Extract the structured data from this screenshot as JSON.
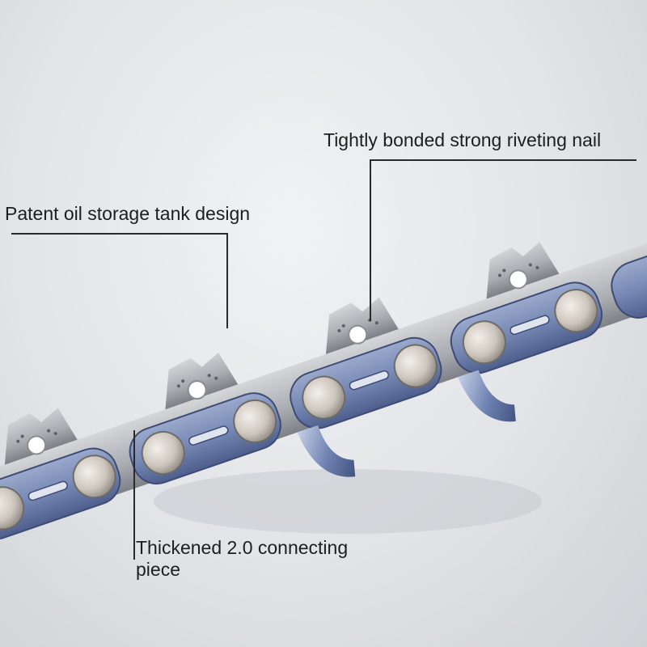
{
  "callouts": {
    "riveting_nail": "Tightly bonded strong riveting nail",
    "oil_tank": "Patent oil storage tank design",
    "connecting_piece_line1": "Thickened 2.0 connecting",
    "connecting_piece_line2": "piece"
  },
  "colors": {
    "background": "#e4e6e9",
    "link_blue": "#7e8fb8",
    "cutter_steel": "#b9bcc0",
    "rivet": "#d6d1cb",
    "leader_line": "#2a2a2a",
    "text": "#1e1e1e"
  }
}
